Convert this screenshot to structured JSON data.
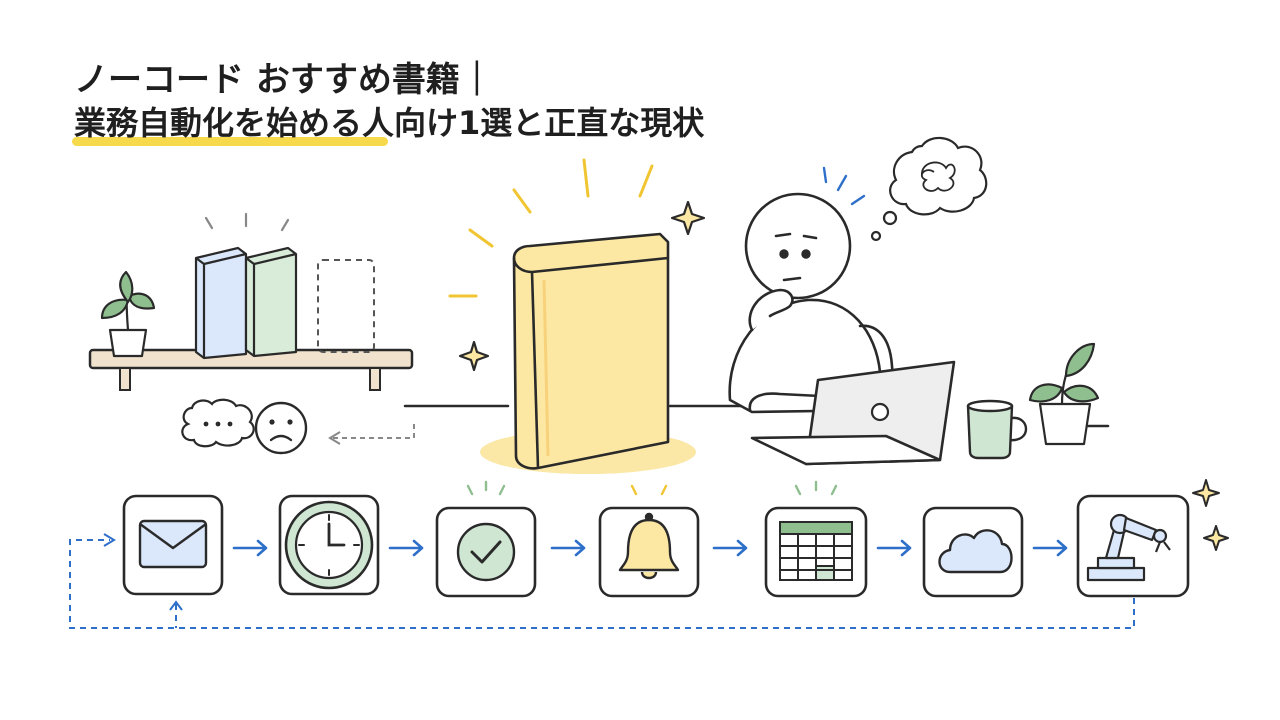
{
  "title": {
    "line1": "ノーコード おすすめ書籍｜",
    "line2": "業務自動化を始める人向け1選と正直な現状"
  },
  "colors": {
    "accent_yellow": "#f7d94c",
    "book_yellow": "#fce7a3",
    "book_blue": "#dbe8fb",
    "book_green": "#d9ecd9",
    "flow_blue": "#2e6fc9",
    "outline": "#2a2a2a",
    "shelf_wood": "#f0e2cc",
    "plant_green": "#8fbf8f"
  },
  "workflow": {
    "steps": [
      {
        "id": "mail",
        "icon": "envelope-icon"
      },
      {
        "id": "clock",
        "icon": "clock-icon"
      },
      {
        "id": "check",
        "icon": "checkmark-circle-icon"
      },
      {
        "id": "bell",
        "icon": "bell-icon"
      },
      {
        "id": "sheet",
        "icon": "spreadsheet-icon"
      },
      {
        "id": "cloud",
        "icon": "cloud-icon"
      },
      {
        "id": "robot",
        "icon": "robot-arm-icon"
      }
    ]
  }
}
